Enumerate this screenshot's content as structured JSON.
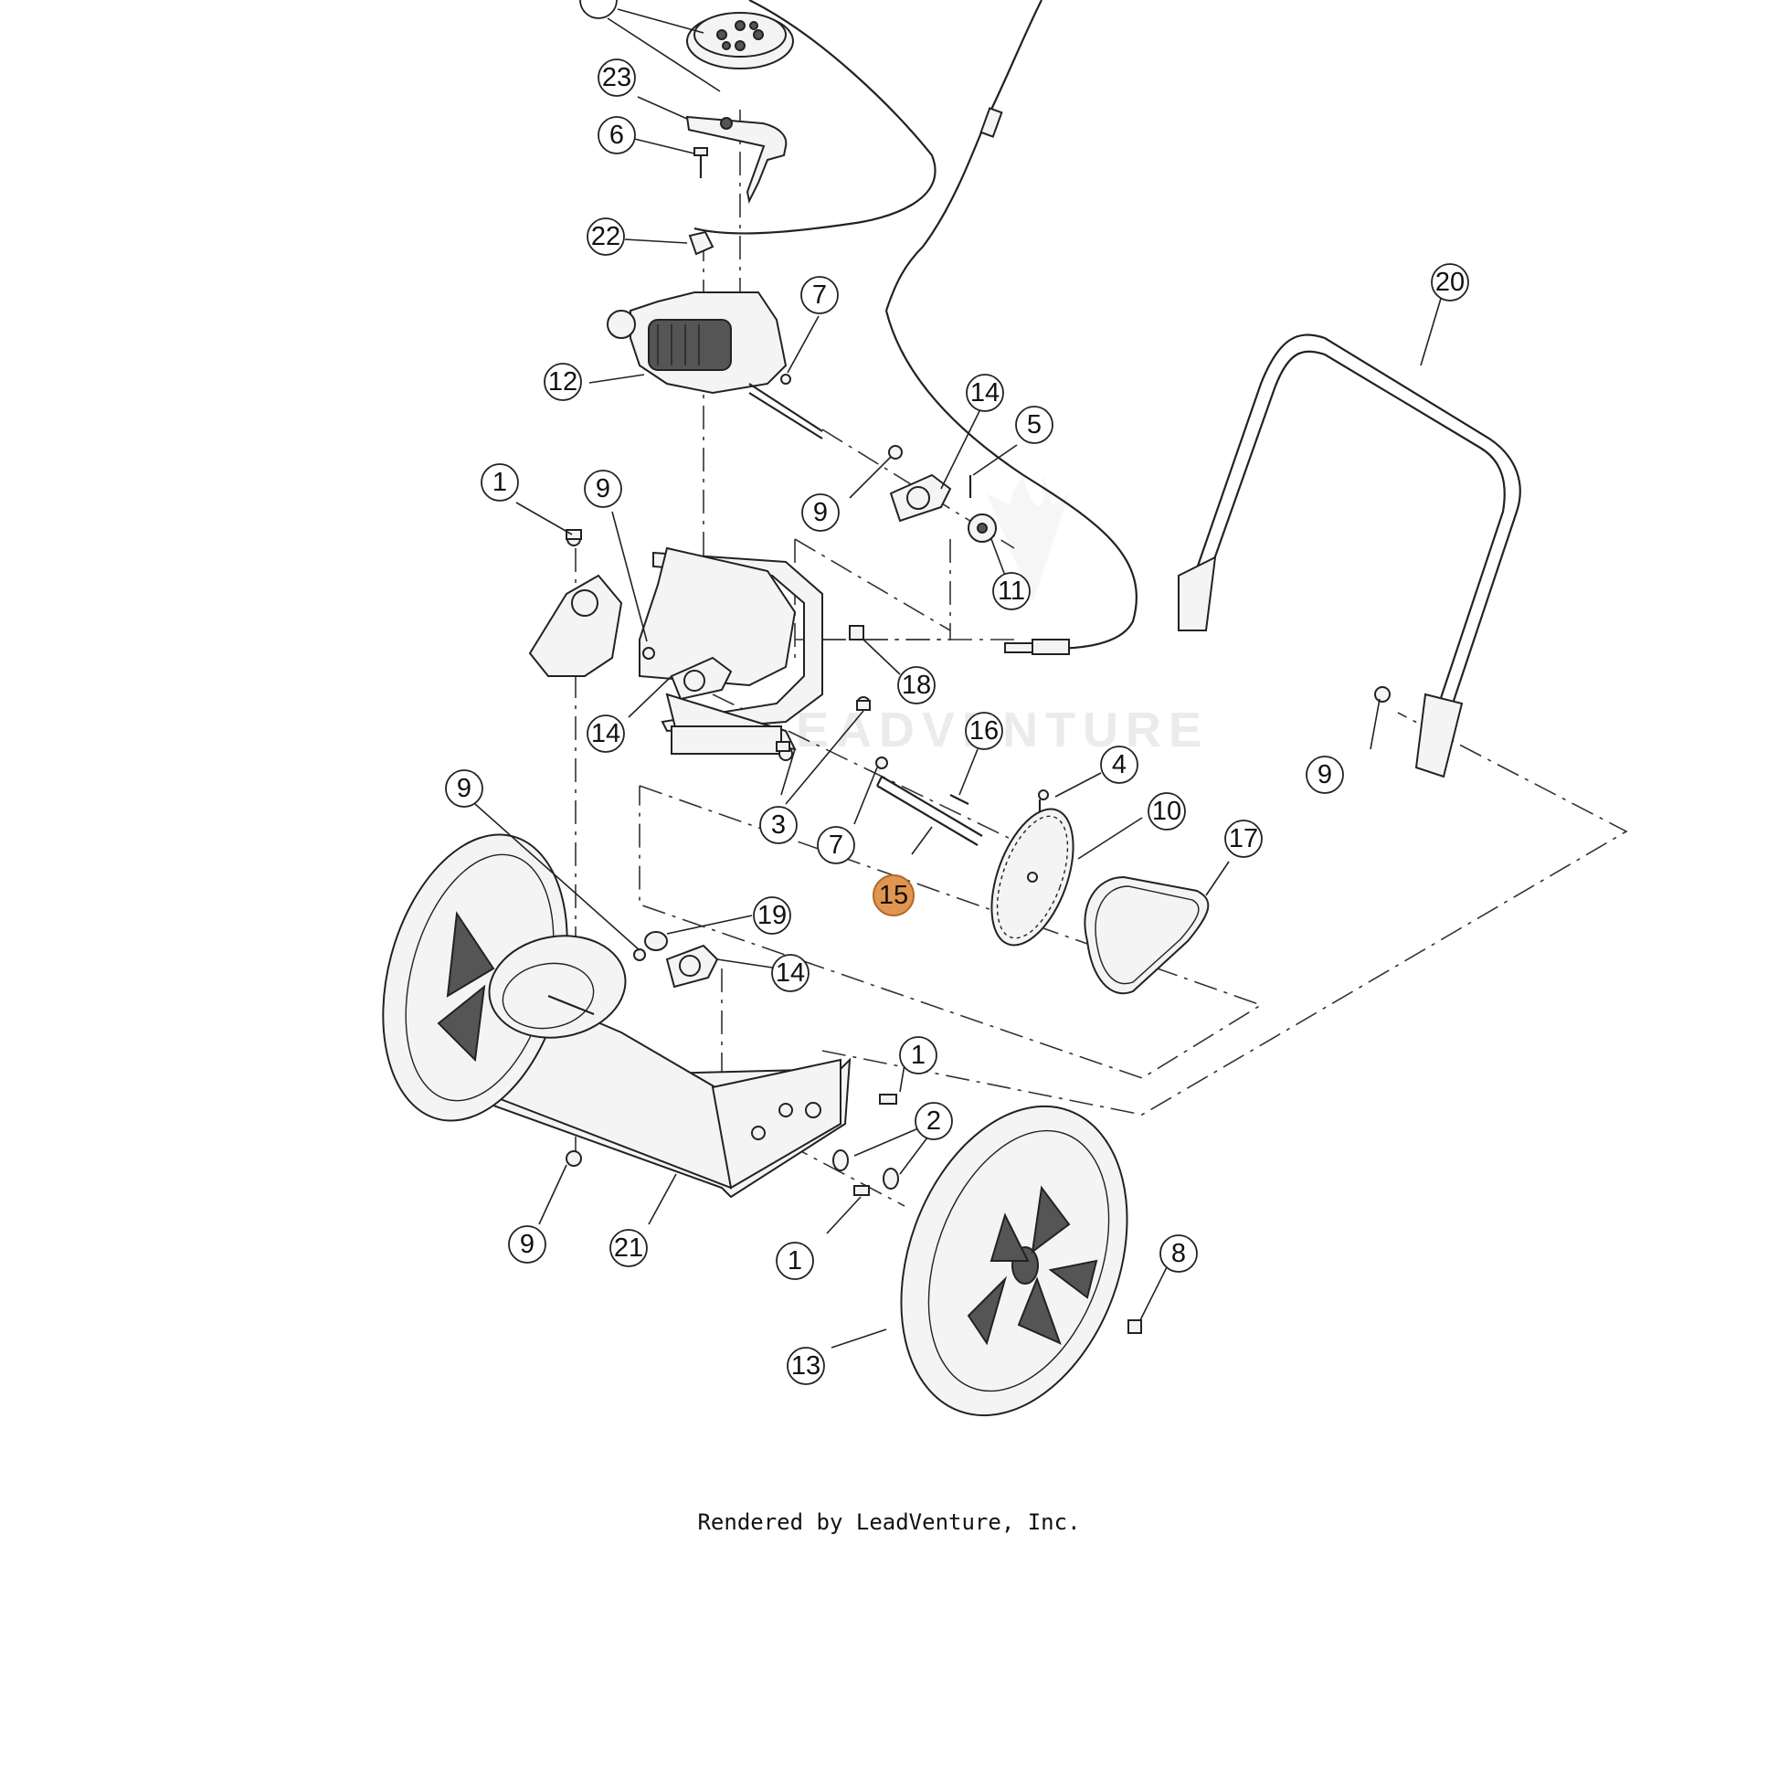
{
  "diagram": {
    "callouts": [
      {
        "id": "c-star",
        "label": "*"
      },
      {
        "id": "c-23",
        "label": "23"
      },
      {
        "id": "c-6",
        "label": "6"
      },
      {
        "id": "c-22",
        "label": "22"
      },
      {
        "id": "c-7a",
        "label": "7"
      },
      {
        "id": "c-12",
        "label": "12"
      },
      {
        "id": "c-14a",
        "label": "14"
      },
      {
        "id": "c-5",
        "label": "5"
      },
      {
        "id": "c-20",
        "label": "20"
      },
      {
        "id": "c-1a",
        "label": "1"
      },
      {
        "id": "c-9a",
        "label": "9"
      },
      {
        "id": "c-9b",
        "label": "9"
      },
      {
        "id": "c-11",
        "label": "11"
      },
      {
        "id": "c-18",
        "label": "18"
      },
      {
        "id": "c-14b",
        "label": "14"
      },
      {
        "id": "c-16",
        "label": "16"
      },
      {
        "id": "c-4",
        "label": "4"
      },
      {
        "id": "c-9c",
        "label": "9"
      },
      {
        "id": "c-9d",
        "label": "9"
      },
      {
        "id": "c-3",
        "label": "3"
      },
      {
        "id": "c-7b",
        "label": "7"
      },
      {
        "id": "c-10",
        "label": "10"
      },
      {
        "id": "c-17",
        "label": "17"
      },
      {
        "id": "c-15",
        "label": "15",
        "highlighted": true
      },
      {
        "id": "c-19",
        "label": "19"
      },
      {
        "id": "c-14c",
        "label": "14"
      },
      {
        "id": "c-1b",
        "label": "1"
      },
      {
        "id": "c-2",
        "label": "2"
      },
      {
        "id": "c-9e",
        "label": "9"
      },
      {
        "id": "c-21",
        "label": "21"
      },
      {
        "id": "c-1c",
        "label": "1"
      },
      {
        "id": "c-8",
        "label": "8"
      },
      {
        "id": "c-13",
        "label": "13"
      }
    ],
    "watermark": "LEADVENTURE",
    "highlight_color": "#e0964f"
  },
  "footer": {
    "text": "Rendered by LeadVenture, Inc."
  }
}
